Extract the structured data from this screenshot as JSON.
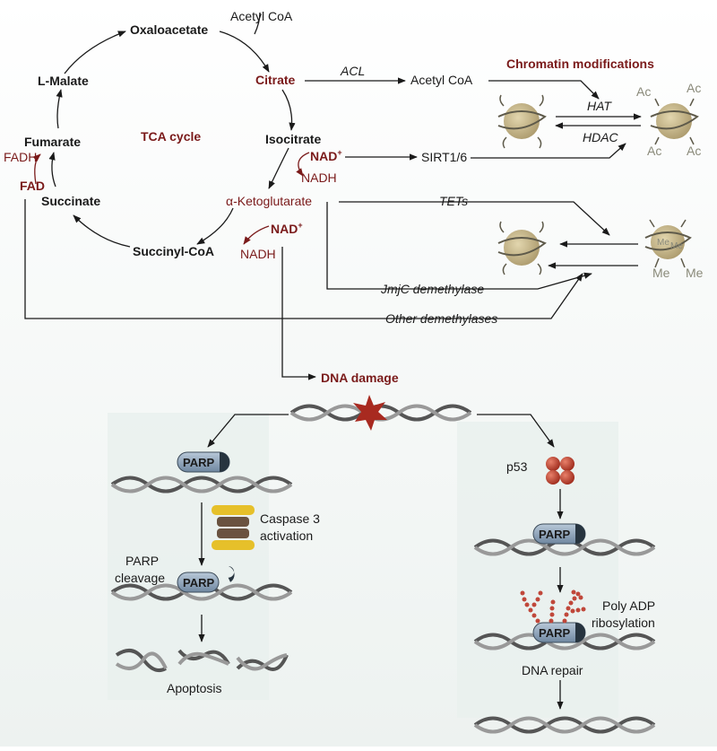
{
  "tca": {
    "oxaloacetate": "Oxaloacetate",
    "acetyl_coa_in": "Acetyl CoA",
    "citrate": "Citrate",
    "isocitrate": "Isocitrate",
    "akg": "α-Ketoglutarate",
    "succinyl_coa": "Succinyl-CoA",
    "succinate": "Succinate",
    "fumarate": "Fumarate",
    "l_malate": "L-Malate",
    "fadh": "FADH",
    "fad": "FAD",
    "cycle_title": "TCA cycle",
    "nad1": "NAD",
    "nadh1": "NADH",
    "nad2": "NAD",
    "nadh2": "NADH",
    "plus": "+"
  },
  "chromatin": {
    "title": "Chromatin modifications",
    "acl": "ACL",
    "acetyl_coa_out": "Acetyl CoA",
    "hat": "HAT",
    "hdac": "HDAC",
    "sirt": "SIRT1/6",
    "ac": "Ac",
    "tets": "TETs",
    "jmjc": "JmjC demethylase",
    "other_demethylases": "Other demethylases",
    "me": "Me"
  },
  "dna": {
    "damage": "DNA damage",
    "parp": "PARP",
    "caspase": "Caspase 3",
    "activation": "activation",
    "parp_label": "PARP",
    "cleavage": "cleavage",
    "apoptosis": "Apoptosis",
    "p53": "p53",
    "poly_adp": "Poly ADP",
    "ribosylation": "ribosylation",
    "dna_repair": "DNA repair"
  },
  "colors": {
    "dark_red": "#7a1a1a",
    "panel_bg": "#e8eeec",
    "nucleosome": "#c8b88a",
    "parp_blue": "#8fa4b8",
    "caspase_yellow": "#e6c02a",
    "p53_red": "#c0392b"
  }
}
